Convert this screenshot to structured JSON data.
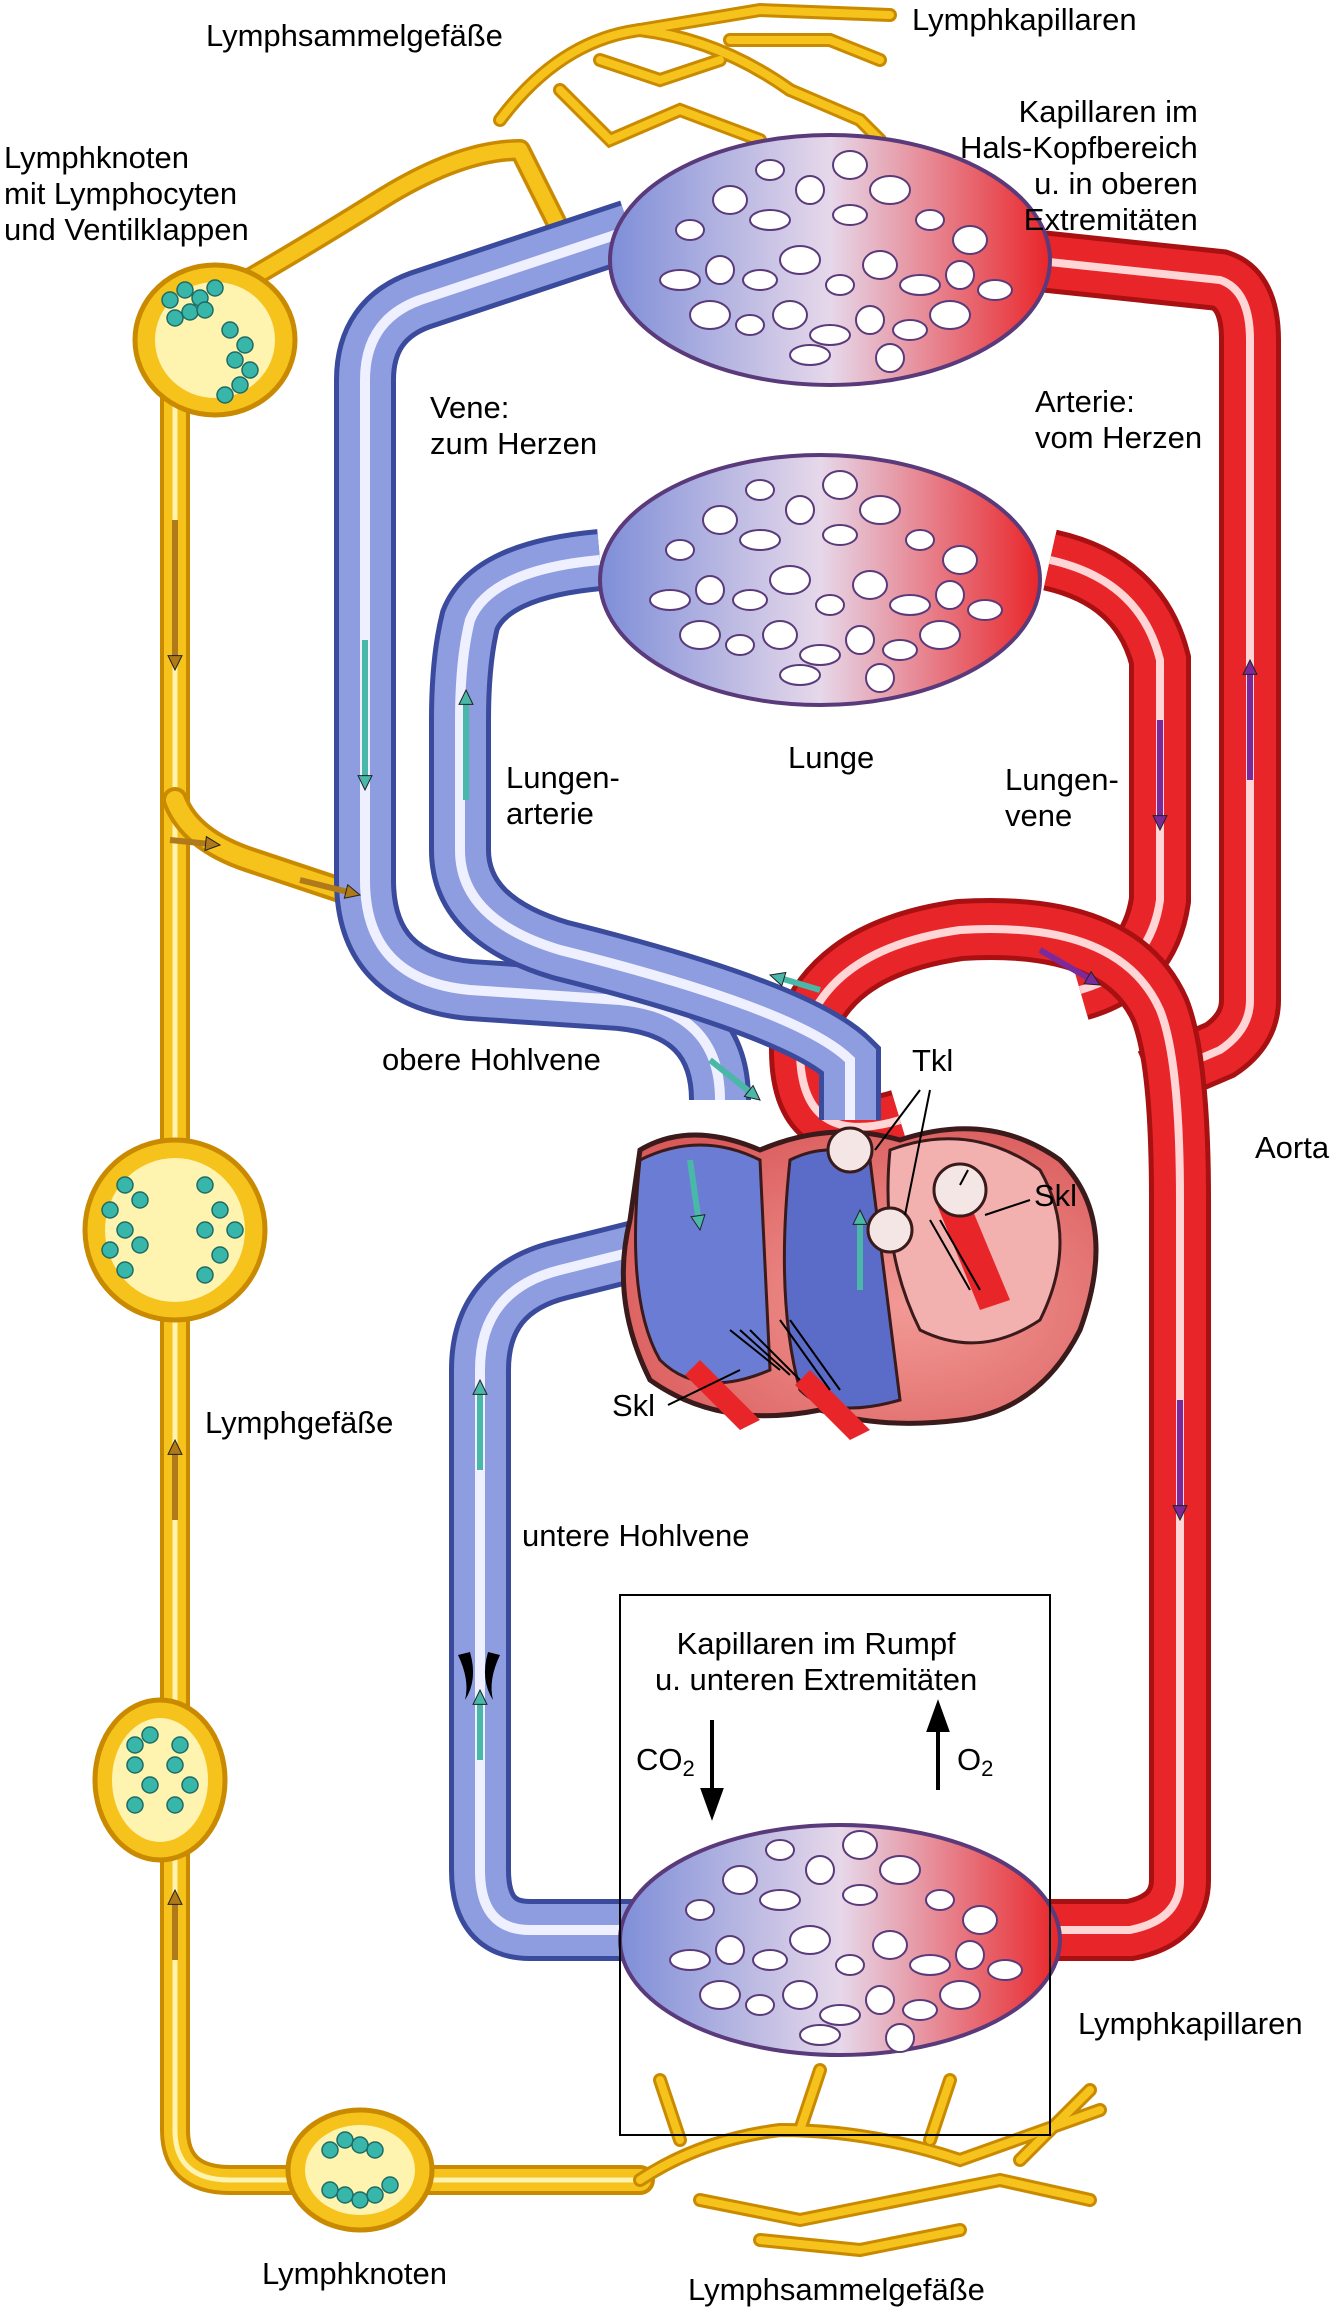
{
  "colors": {
    "lymph": "#f6c21c",
    "lymph_dark": "#c98a00",
    "vein": "#7e8ed8",
    "vein_dark": "#3a4a9c",
    "artery": "#e8262a",
    "artery_dark": "#a81012",
    "node_cell": "#38b6aa",
    "heart_wall": "#e97070",
    "arrow_teal": "#4ab8a8",
    "arrow_purple": "#7a2a9a",
    "arrow_brown": "#b07a1a"
  },
  "labels": {
    "lymphsammel_top": "Lymphsammelgefäße",
    "lymphkapillaren_top": "Lymphkapillaren",
    "lymphknoten_top": [
      "Lymphknoten",
      "mit Lymphocyten",
      "und Ventilklappen"
    ],
    "kapillaren_kopf": [
      "Kapillaren im",
      "Hals-Kopfbereich",
      "u. in oberen",
      "Extremitäten"
    ],
    "vene": [
      "Vene:",
      "zum Herzen"
    ],
    "arterie": [
      "Arterie:",
      "vom Herzen"
    ],
    "lungenarterie": [
      "Lungen-",
      "arterie"
    ],
    "lunge": "Lunge",
    "lungenvene": [
      "Lungen-",
      "vene"
    ],
    "obere_hohlvene": "obere Hohlvene",
    "tkl": "Tkl",
    "skl_right": "Skl",
    "aorta": "Aorta",
    "skl_left": "Skl",
    "lymphgefaesse": "Lymphgefäße",
    "untere_hohlvene": "untere Hohlvene",
    "kapillaren_rumpf": [
      "Kapillaren im Rumpf",
      "u. unteren Extremitäten"
    ],
    "co2": "CO",
    "co2_sub": "2",
    "o2": "O",
    "o2_sub": "2",
    "lymphkapillaren_bottom": "Lymphkapillaren",
    "lymphknoten_bottom": "Lymphknoten",
    "lymphsammel_bottom": "Lymphsammelgefäße"
  }
}
